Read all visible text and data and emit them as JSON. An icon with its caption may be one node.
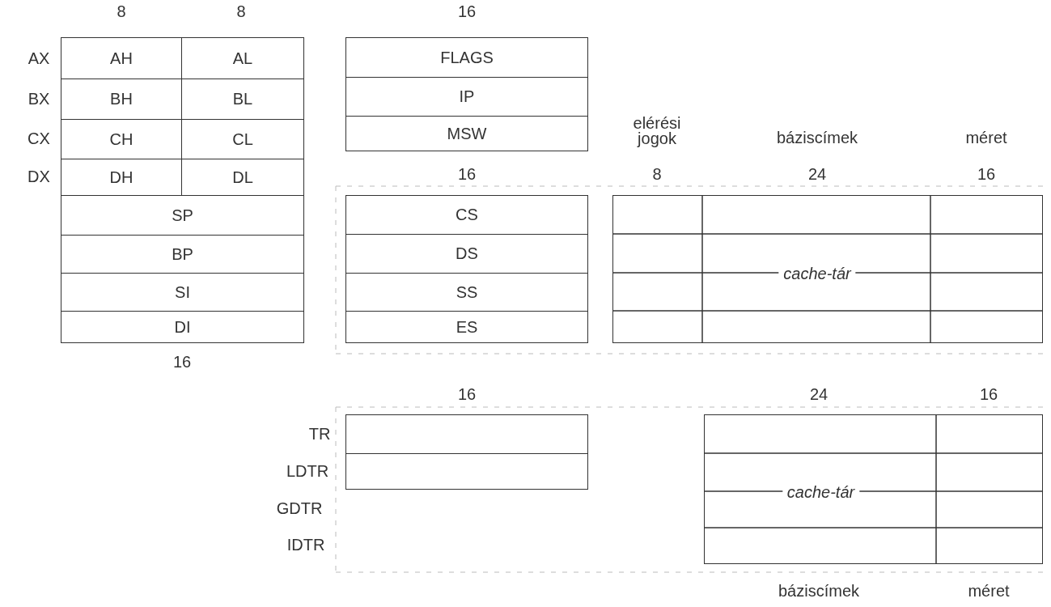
{
  "diagram": {
    "nodes": [
      {
        "text": [
          "AH"
        ]
      },
      {
        "text": [
          "AL"
        ]
      },
      {
        "text": [
          "BH"
        ]
      },
      {
        "text": [
          "BL"
        ]
      },
      {
        "text": [
          "CH"
        ]
      },
      {
        "text": [
          "CL"
        ]
      },
      {
        "text": [
          "DH"
        ]
      },
      {
        "text": [
          "DL"
        ]
      },
      {
        "text": [
          "SP"
        ]
      },
      {
        "text": [
          "BP"
        ]
      },
      {
        "text": [
          "SI"
        ]
      },
      {
        "text": [
          "DI"
        ]
      },
      {
        "text": [
          "FLAGS"
        ]
      },
      {
        "text": [
          "IP"
        ]
      },
      {
        "text": [
          "MSW"
        ]
      },
      {
        "text": [
          "CS"
        ]
      },
      {
        "text": [
          "DS"
        ]
      },
      {
        "text": [
          "SS"
        ]
      },
      {
        "text": [
          "ES"
        ]
      },
      {
        "text": [],
        "shape": "box"
      },
      {
        "text": [],
        "shape": "box"
      },
      {
        "text": [
          "cache-tár"
        ]
      },
      {
        "text": [
          "cache-tár"
        ]
      }
    ],
    "labels": [
      "8",
      "8",
      "16",
      "AX",
      "BX",
      "CX",
      "elérési jogok",
      "báziscímek",
      "méret",
      "DX",
      "16",
      "8",
      "24",
      "16",
      "16",
      "16",
      "24",
      "16",
      "TR",
      "LDTR",
      "GDTR",
      "IDTR",
      "báziscímek",
      "méret"
    ]
  }
}
